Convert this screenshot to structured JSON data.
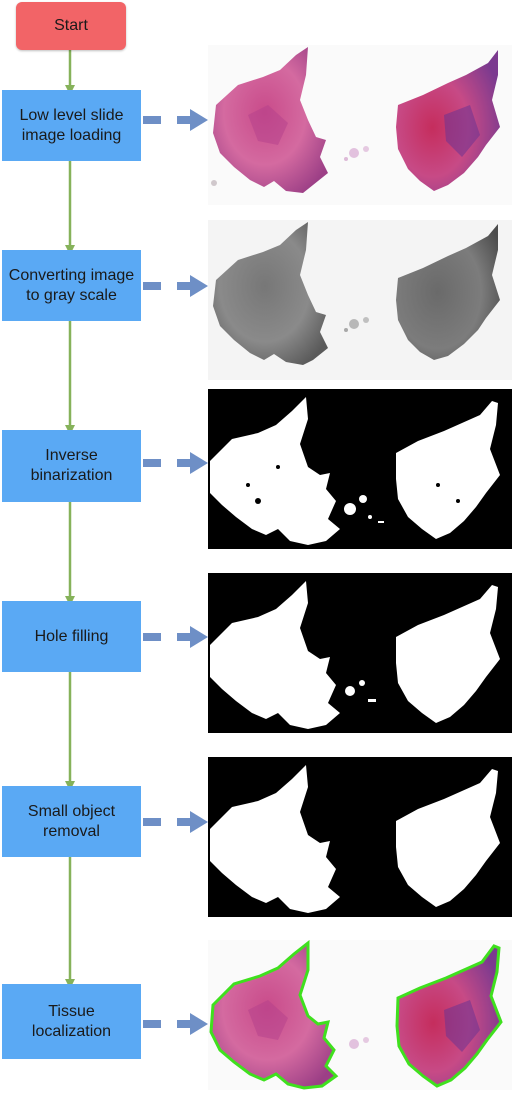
{
  "diagram": {
    "start_label": "Start",
    "steps": [
      {
        "label": "Low level slide image loading",
        "result": "tissue-color-image"
      },
      {
        "label": "Converting image to gray scale",
        "result": "tissue-grayscale-image"
      },
      {
        "label": "Inverse binarization",
        "result": "binary-mask-image"
      },
      {
        "label": "Hole filling",
        "result": "filled-mask-image"
      },
      {
        "label": "Small object removal",
        "result": "clean-mask-image"
      },
      {
        "label": "Tissue localization",
        "result": "localized-tissue-image"
      }
    ]
  },
  "colors": {
    "start_fill": "#f26467",
    "step_fill": "#5aa9f4",
    "flow_arrow": "#86b25a",
    "result_arrow": "#6e8fc6",
    "contour": "#3fe01e"
  }
}
